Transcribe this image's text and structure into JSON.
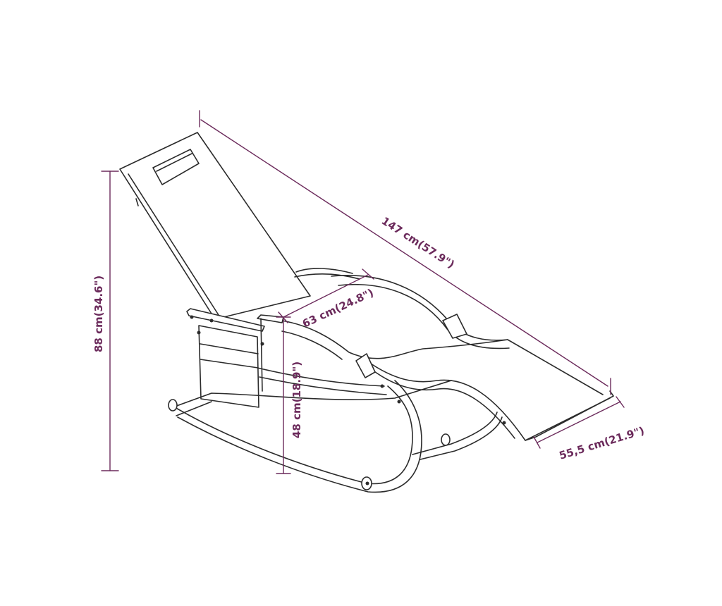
{
  "colors": {
    "dimension": "#6b2a5b",
    "outline": "#2b2b2b",
    "background": "#ffffff"
  },
  "dimensions": {
    "length": "147 cm(57.9\")",
    "width": "63 cm(24.8\")",
    "height": "88 cm(34.6\")",
    "seat_height": "48 cm(18.9\")",
    "depth": "55,5 cm(21.9\")"
  }
}
